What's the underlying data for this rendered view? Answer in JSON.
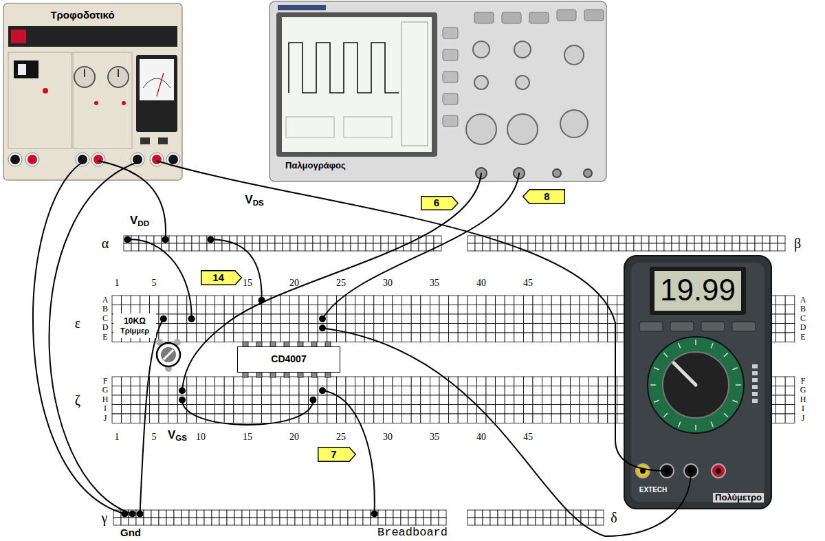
{
  "diagram": {
    "nodes": [
      {
        "text": [
          "Τροφοδοτικό"
        ]
      },
      {
        "text": [
          "Παλμογράφος"
        ]
      },
      {
        "text": [
          "6"
        ]
      },
      {
        "text": [
          "8"
        ]
      },
      {
        "text": [
          "14"
        ]
      },
      {
        "text": [
          "10KΩ",
          "Τρίμμερ"
        ]
      },
      {
        "text": [
          "CD4007"
        ]
      },
      {
        "text": [
          "7"
        ]
      },
      {
        "text": [
          "19.99",
          "Πολύμετρο"
        ]
      }
    ],
    "labels": [
      "VDD",
      "VDS",
      "VGS",
      "α",
      "β",
      "ε",
      "ζ",
      "γ",
      "δ",
      "Gnd",
      "Breadboard",
      "EXTECH",
      "1",
      "5",
      "15",
      "20",
      "25",
      "30",
      "35",
      "40",
      "45",
      "1",
      "5",
      "10",
      "15",
      "20",
      "25",
      "30",
      "35",
      "40",
      "45",
      "A",
      "B",
      "C",
      "D",
      "E",
      "F",
      "G",
      "H",
      "I",
      "J",
      "A",
      "B",
      "C",
      "D",
      "E",
      "F",
      "G",
      "H",
      "I",
      "J"
    ]
  }
}
